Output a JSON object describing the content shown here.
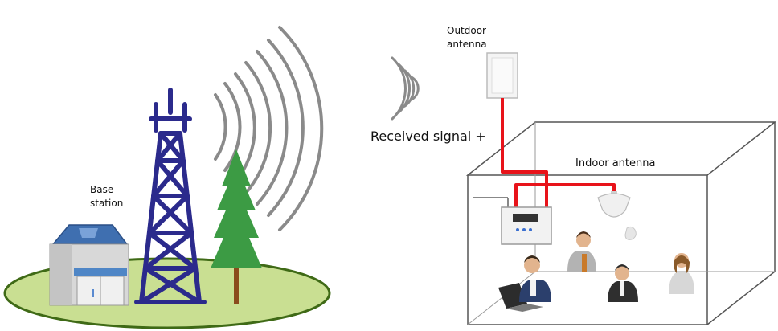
{
  "labels": {
    "base_station_line1": "Base",
    "base_station_line2": "station",
    "outdoor_line1": "Outdoor",
    "outdoor_line2": "antenna",
    "received_signal": "Received signal +",
    "indoor_antenna": "Indoor antenna"
  },
  "colors": {
    "tower": "#2b2a8c",
    "cable": "#e8131a",
    "ground": "#c9df92",
    "ground_edge": "#3f6a16",
    "tree": "#3c9b44",
    "trunk": "#8a4b1c",
    "roof": "#3f6fb0",
    "house_wall": "#d8d8d8",
    "box_line": "#555555",
    "waves": "#8a8a8a"
  },
  "icons": {
    "tower": "cell-tower-icon",
    "house": "base-station-building-icon",
    "tree": "tree-icon",
    "outdoor_antenna": "panel-antenna-icon",
    "repeater": "signal-repeater-icon",
    "indoor_antenna": "ceiling-antenna-icon",
    "person": "person-phone-icon",
    "laptop": "laptop-icon"
  }
}
